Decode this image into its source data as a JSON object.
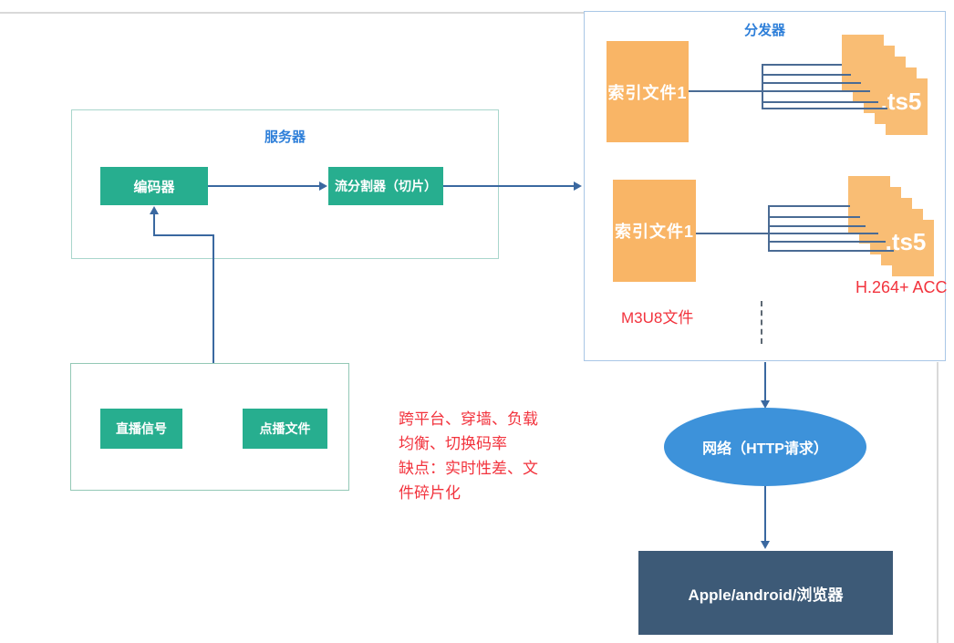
{
  "groups": {
    "server": {
      "label": "服务器"
    },
    "distributor": {
      "label": "分发器"
    }
  },
  "nodes": {
    "encoder": {
      "label": "编码器"
    },
    "splitter": {
      "label": "流分割器（切片）"
    },
    "live_signal": {
      "label": "直播信号"
    },
    "vod_file": {
      "label": "点播文件"
    },
    "index_file_1": {
      "label": "索引文件1"
    },
    "index_file_2": {
      "label": "索引文件1"
    },
    "ts_stack_1": {
      "label": ".ts5"
    },
    "ts_stack_2": {
      "label": ".ts5"
    },
    "network": {
      "label": "网络（HTTP请求）"
    },
    "client": {
      "label": "Apple/android/浏览器"
    }
  },
  "annotations": {
    "m3u8": "M3U8文件",
    "codec": "H.264+ ACC",
    "notes": [
      "跨平台、穿墙、负载",
      "均衡、切换码率",
      "缺点：实时性差、文",
      "件碎片化"
    ]
  },
  "colors": {
    "node_green": "#27ae8f",
    "node_orange": "#f9b566",
    "stack_orange": "#f9bd74",
    "group_label_blue": "#2e7fd9",
    "annotation_red": "#f2333d",
    "connector_blue": "#3a68a0",
    "network_blue": "#3d92da",
    "client_slate": "#3d5a77"
  }
}
